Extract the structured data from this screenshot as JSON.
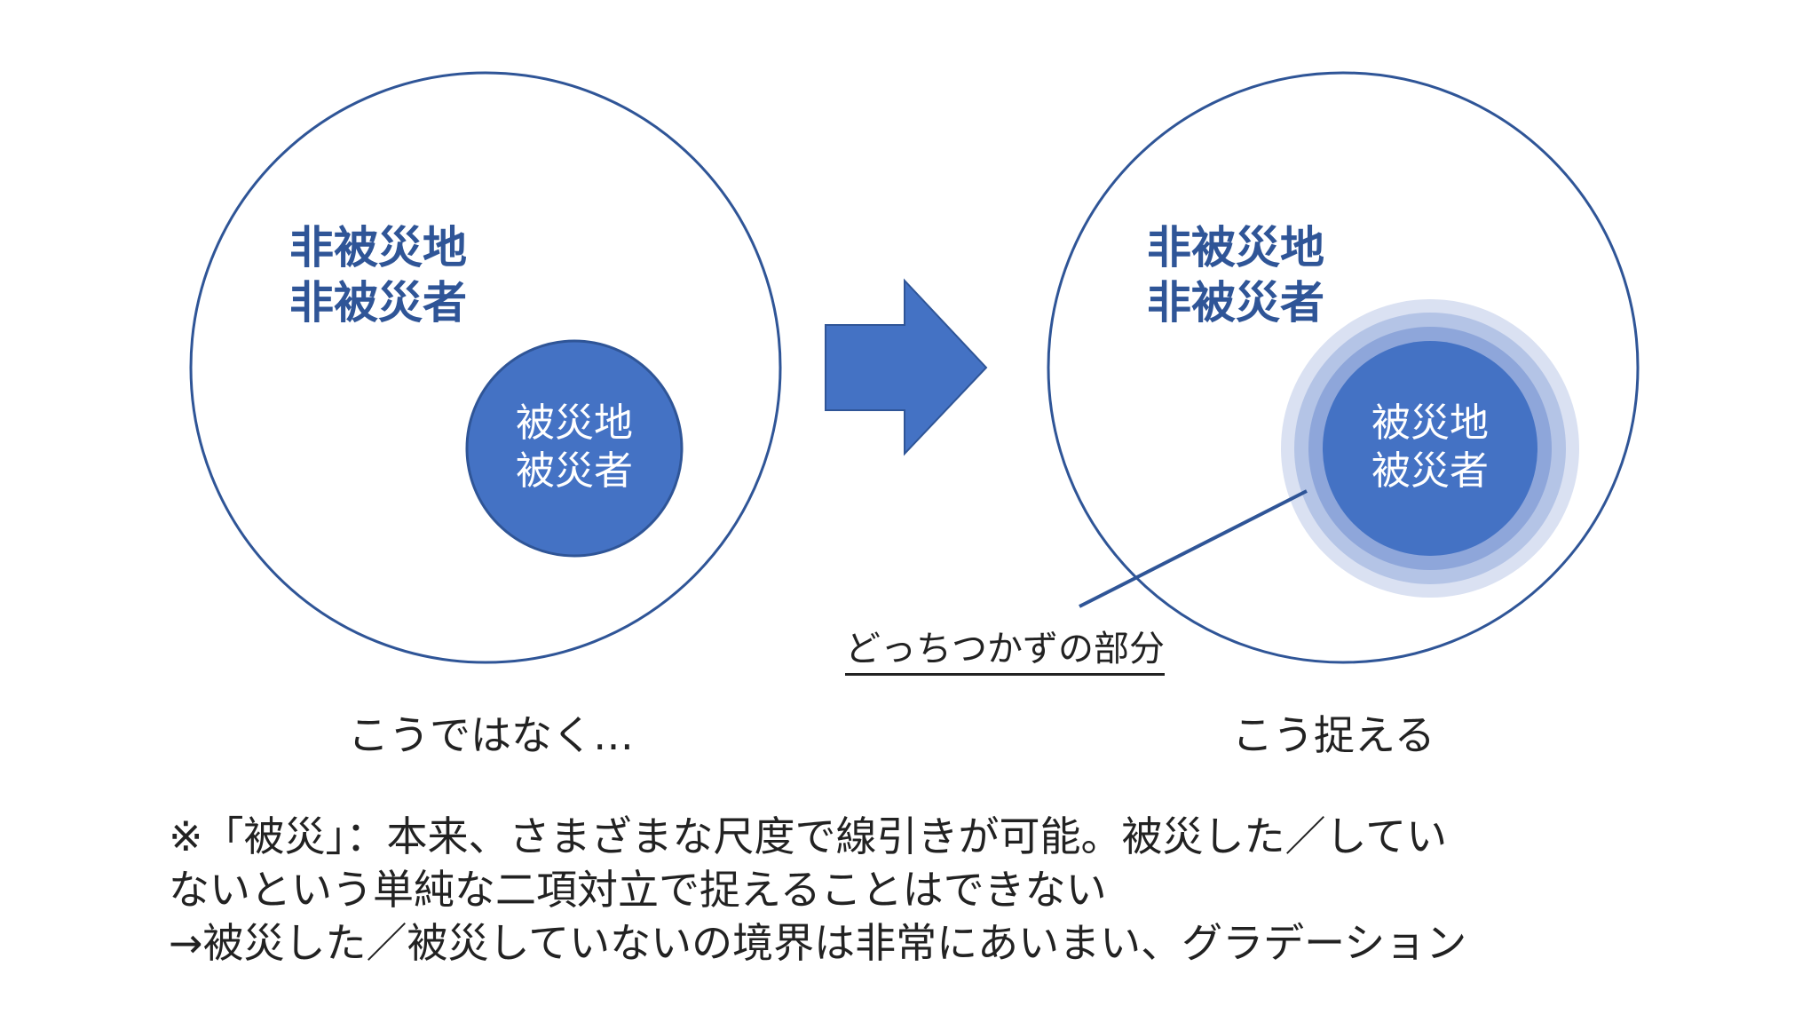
{
  "left_diagram": {
    "outer_label": [
      "非被災地",
      "非被災者"
    ],
    "inner_label": [
      "被災地",
      "被災者"
    ],
    "caption": "こうではなく…"
  },
  "right_diagram": {
    "outer_label": [
      "非被災地",
      "非被災者"
    ],
    "inner_label": [
      "被災地",
      "被災者"
    ],
    "callout": "どっちつかずの部分",
    "caption": "こう捉える"
  },
  "note": {
    "lines": [
      "※「被災」：本来、さまざまな尺度で線引きが可能。被災した／してい",
      "ないという単純な二項対立で捉えることはできない",
      "→被災した／被災していないの境界は非常にあいまい、グラデーション"
    ]
  },
  "colors": {
    "outline": "#2F5597",
    "fill": "#4472C4",
    "text": "#2F5597"
  }
}
